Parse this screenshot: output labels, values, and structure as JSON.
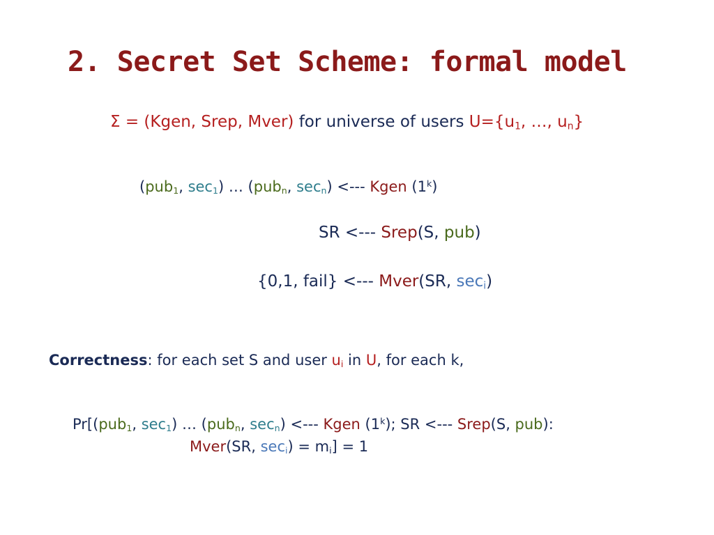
{
  "slide": {
    "title": "2. Secret Set Scheme: formal model",
    "sigma_line": {
      "tuple": "Σ = (Kgen, Srep, Mver)",
      "text": "for universe of users",
      "universe": "U={u",
      "sub1": "1",
      "sep": ", …, u",
      "subn": "n",
      "close": "}"
    },
    "kgen_line": {
      "open": "(",
      "pub": "pub",
      "sub1": "1",
      "comma": ", ",
      "sec": "sec",
      "close_dots": ") … (",
      "pub2": "pub",
      "subn": "n",
      "comma2": ", ",
      "sec2": "sec",
      "subn2": "n",
      "arrow": ") <--- ",
      "kgen": "Kgen",
      "arg_open": " (1",
      "sup_k": "k",
      "arg_close": ")"
    },
    "srep_line": {
      "lhs": "SR <--- ",
      "func": "Srep",
      "open": "(S, ",
      "pub": "pub",
      "close": ")"
    },
    "mver_line": {
      "lhs": "{0,1, fail} <--- ",
      "func": "Mver",
      "open": "(SR, ",
      "sec": "sec",
      "sub_i": "i",
      "close": ")"
    },
    "correctness": {
      "label": "Correctness",
      "text1": ": for each set S and user ",
      "u": "u",
      "sub_i": "i",
      "in": " in ",
      "U": "U",
      "text2": ", for each k,"
    },
    "pr_line1": {
      "pr": "Pr[(",
      "pub": "pub",
      "sub1": "1",
      "comma": ", ",
      "sec": "sec",
      "sub1b": "1",
      "close_dots": ") … (",
      "pub2": "pub",
      "subn": "n",
      "comma2": ", ",
      "sec2": "sec",
      "subn2": "n",
      "arrow": ") <--- ",
      "kgen": "Kgen",
      "arg_open": " (1",
      "sup_k": "k",
      "arg_close": "); SR <--- ",
      "srep": "Srep",
      "srep_open": "(S, ",
      "pub3": "pub",
      "srep_close": "):"
    },
    "pr_line2": {
      "mver": "Mver",
      "open": "(SR, ",
      "sec": "sec",
      "sub_i": "i",
      "mid": ") = m",
      "sub_i2": "i",
      "end": "] = 1"
    }
  }
}
